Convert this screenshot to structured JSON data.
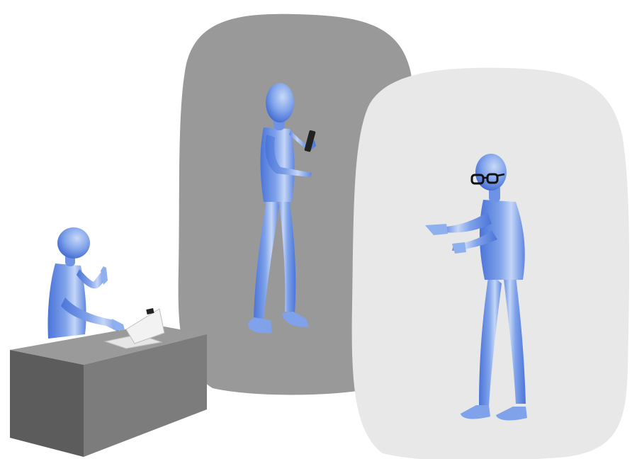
{
  "scene": {
    "figures": [
      {
        "id": "seated",
        "activity": "desk-laptop"
      },
      {
        "id": "standing-phone",
        "activity": "phone"
      },
      {
        "id": "standing-glasses",
        "activity": "smart-glasses"
      }
    ],
    "colors": {
      "background": "#ffffff",
      "dark_zone": "#999999",
      "light_zone": "#e8e8e8",
      "figure_light": "#c4d6f7",
      "figure_mid": "#7fa2ea",
      "figure_dark": "#4b74d8",
      "desk_top": "#9a9a9a",
      "desk_front": "#5c5c5c",
      "desk_side": "#7c7c7c",
      "glasses": "#111111"
    }
  }
}
